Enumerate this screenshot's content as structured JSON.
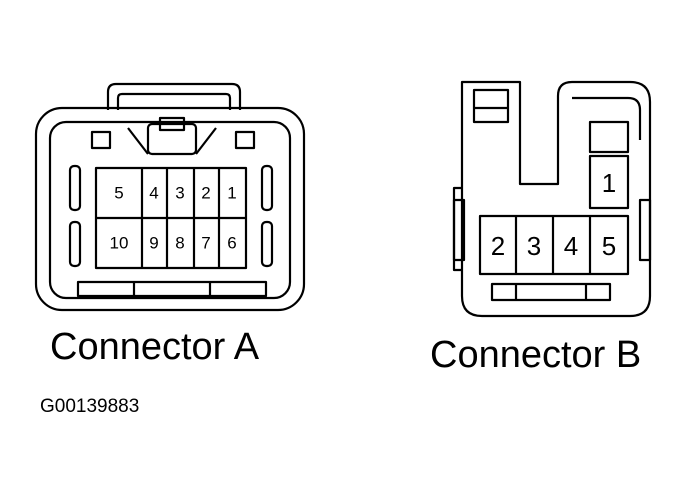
{
  "connector_a": {
    "label": "Connector A",
    "pins_top": [
      "5",
      "4",
      "3",
      "2",
      "1"
    ],
    "pins_bottom": [
      "10",
      "9",
      "8",
      "7",
      "6"
    ]
  },
  "connector_b": {
    "label": "Connector B",
    "pin_top": "1",
    "pins_bottom": [
      "2",
      "3",
      "4",
      "5"
    ]
  },
  "figure_id": "G00139883"
}
